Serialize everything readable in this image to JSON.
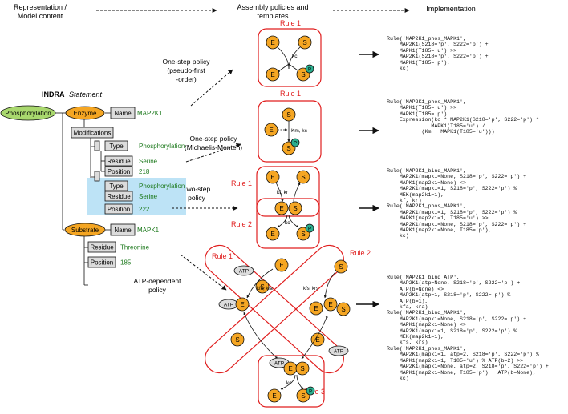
{
  "header": {
    "col1": [
      "Representation /",
      "Model content"
    ],
    "col2": [
      "Assembly policies and",
      "templates"
    ],
    "col3": "Implementation"
  },
  "statement": {
    "title_bold": "INDRA",
    "title_italic": "Statement",
    "root": "Phosphorylation",
    "enzyme": "Enzyme",
    "name_label": "Name",
    "enzyme_name": "MAP2K1",
    "modifications": "Modifications",
    "mod1": {
      "type_label": "Type",
      "type": "Phosphorylation",
      "residue_label": "Residue",
      "residue": "Serine",
      "position_label": "Position",
      "position": "218"
    },
    "mod2": {
      "type_label": "Type",
      "type": "Phosphorylation",
      "residue_label": "Residue",
      "residue": "Serine",
      "position_label": "Position",
      "position": "222"
    },
    "substrate": "Substrate",
    "substrate_name": "MAPK1",
    "residue_label": "Residue",
    "residue": "Threonine",
    "position_label": "Position",
    "position": "185"
  },
  "policies": {
    "p1": [
      "One-step policy",
      "(pseudo-first",
      "-order)"
    ],
    "p2": [
      "One-step policy",
      "(Michaelis-Menten)"
    ],
    "p3": [
      "Two-step",
      "policy"
    ],
    "p4": [
      "ATP-dependent",
      "policy"
    ]
  },
  "templates": {
    "rule1": "Rule 1",
    "rule2": "Rule 2",
    "rule3": "Rule 3",
    "E": "E",
    "S": "S",
    "P": "P",
    "ATP": "ATP",
    "kc": "kc",
    "km_kc": "Km, kc",
    "kf_kr": "kf, kr",
    "kfa_kra": "kfa, kra",
    "kfs_krs": "kfs, krs"
  },
  "code": {
    "b1": "Rule('MAP2K1_phos_MAPK1',\n    MAP2K1(S218='p', S222='p') +\n    MAPK1(T185='u') >>\n    MAP2K1(S218='p', S222='p') +\n    MAPK1(T185='p'),\n    kc)",
    "b2": "Rule('MAP2K1_phos_MAPK1',\n    MAPK1(T185='u') >>\n    MAPK1(T185='p'),\n    Expression(kc * MAP2K1(S218='p', S222='p') *\n              MAPK1(T185='u') /\n           (Km + MAPK1(T185='u')))",
    "b3": "Rule('MAP2K1_bind_MAPK1',\n    MAP2K1(mapk1=None, S218='p', S222='p') +\n    MAPK1(map2k1=None) <>\n    MAP2K1(mapk1=1, S218='p', S222='p') %\n    MEK(map2k1=1),\n    kf, kr)\nRule('MAP2K1_phos_MAPK1',\n    MAP2K1(mapk1=1, S218='p', S222='p') %\n    MAPK1(map2k1=1, T185='u') >>\n    MAP2K1(mapk1=None, S218='p', S222='p') +\n    MAPK1(map2k1=None, T185='p'),\n    kc)",
    "b4": "Rule('MAP2K1_bind_ATP',\n    MAP2K1(atp=None, S218='p', S222='p') +\n    ATP(b=None) <>\n    MAP2K1(atp=1, S218='p', S222='p') %\n    ATP(b=1),\n    kfa, kra)\nRule('MAP2K1_bind_MAPK1',\n    MAP2K1(mapk1=None, S218='p', S222='p') +\n    MAPK1(map2k1=None) <>\n    MAP2K1(mapk1=1, S218='p', S222='p') %\n    MEK(map2k1=1),\n    kfs, krs)\nRule('MAP2K1_phos_MAPK1',\n    MAP2K1(mapk1=1, atp=2, S218='p', S222='p') %\n    MAPK1(map2k1=1, T185='u') % ATP(b=2) >>\n    MAP2K1(mapk1=None, atp=2, S218='p', S222='p') +\n    MAPK1(map2k1=None, T185='p') + ATP(b=None),\n    kc)"
  },
  "colors": {
    "orange": "#F5A623",
    "green_ellipse": "#A9D86E",
    "teal": "#2BAE8E",
    "red": "#E01E1E",
    "green_text": "#1E7A1E",
    "blue_highlight": "#BDE3F6",
    "grey_box": "#DCDCDC"
  }
}
